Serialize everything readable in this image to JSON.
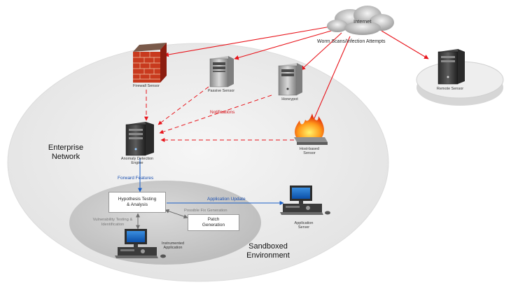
{
  "cloud": {
    "label": "Internet"
  },
  "attack_label": "Worm Scans/Infection Attempts",
  "notifications_label": "Notifications",
  "forward_label": "Forward Features",
  "update_label": "Application Update",
  "fix_label": "Possible Fix Generation",
  "vuln_label": "Vulnerability Testing & Identification",
  "regions": {
    "enterprise": "Enterprise Network",
    "sandbox": "Sandboxed Environment"
  },
  "nodes": {
    "firewall": "Firewall Sensor",
    "passive": "Passive Sensor",
    "honeypot": "Honeypot",
    "hostbased": "Host-based Sensor",
    "remote": "Remote Sensor",
    "anomaly": "Anomaly Detection Engine",
    "appserver": "Application Server",
    "instrumented": "Instrumented Application"
  },
  "boxes": {
    "hypothesis": "Hypothesis Testing & Analysis",
    "patch": "Patch Generation"
  },
  "colors": {
    "attack": "#e8131a",
    "forward": "#1a5fc7",
    "enterprise_fill": "#ececec",
    "sandbox_fill": "#cfcfcf"
  }
}
